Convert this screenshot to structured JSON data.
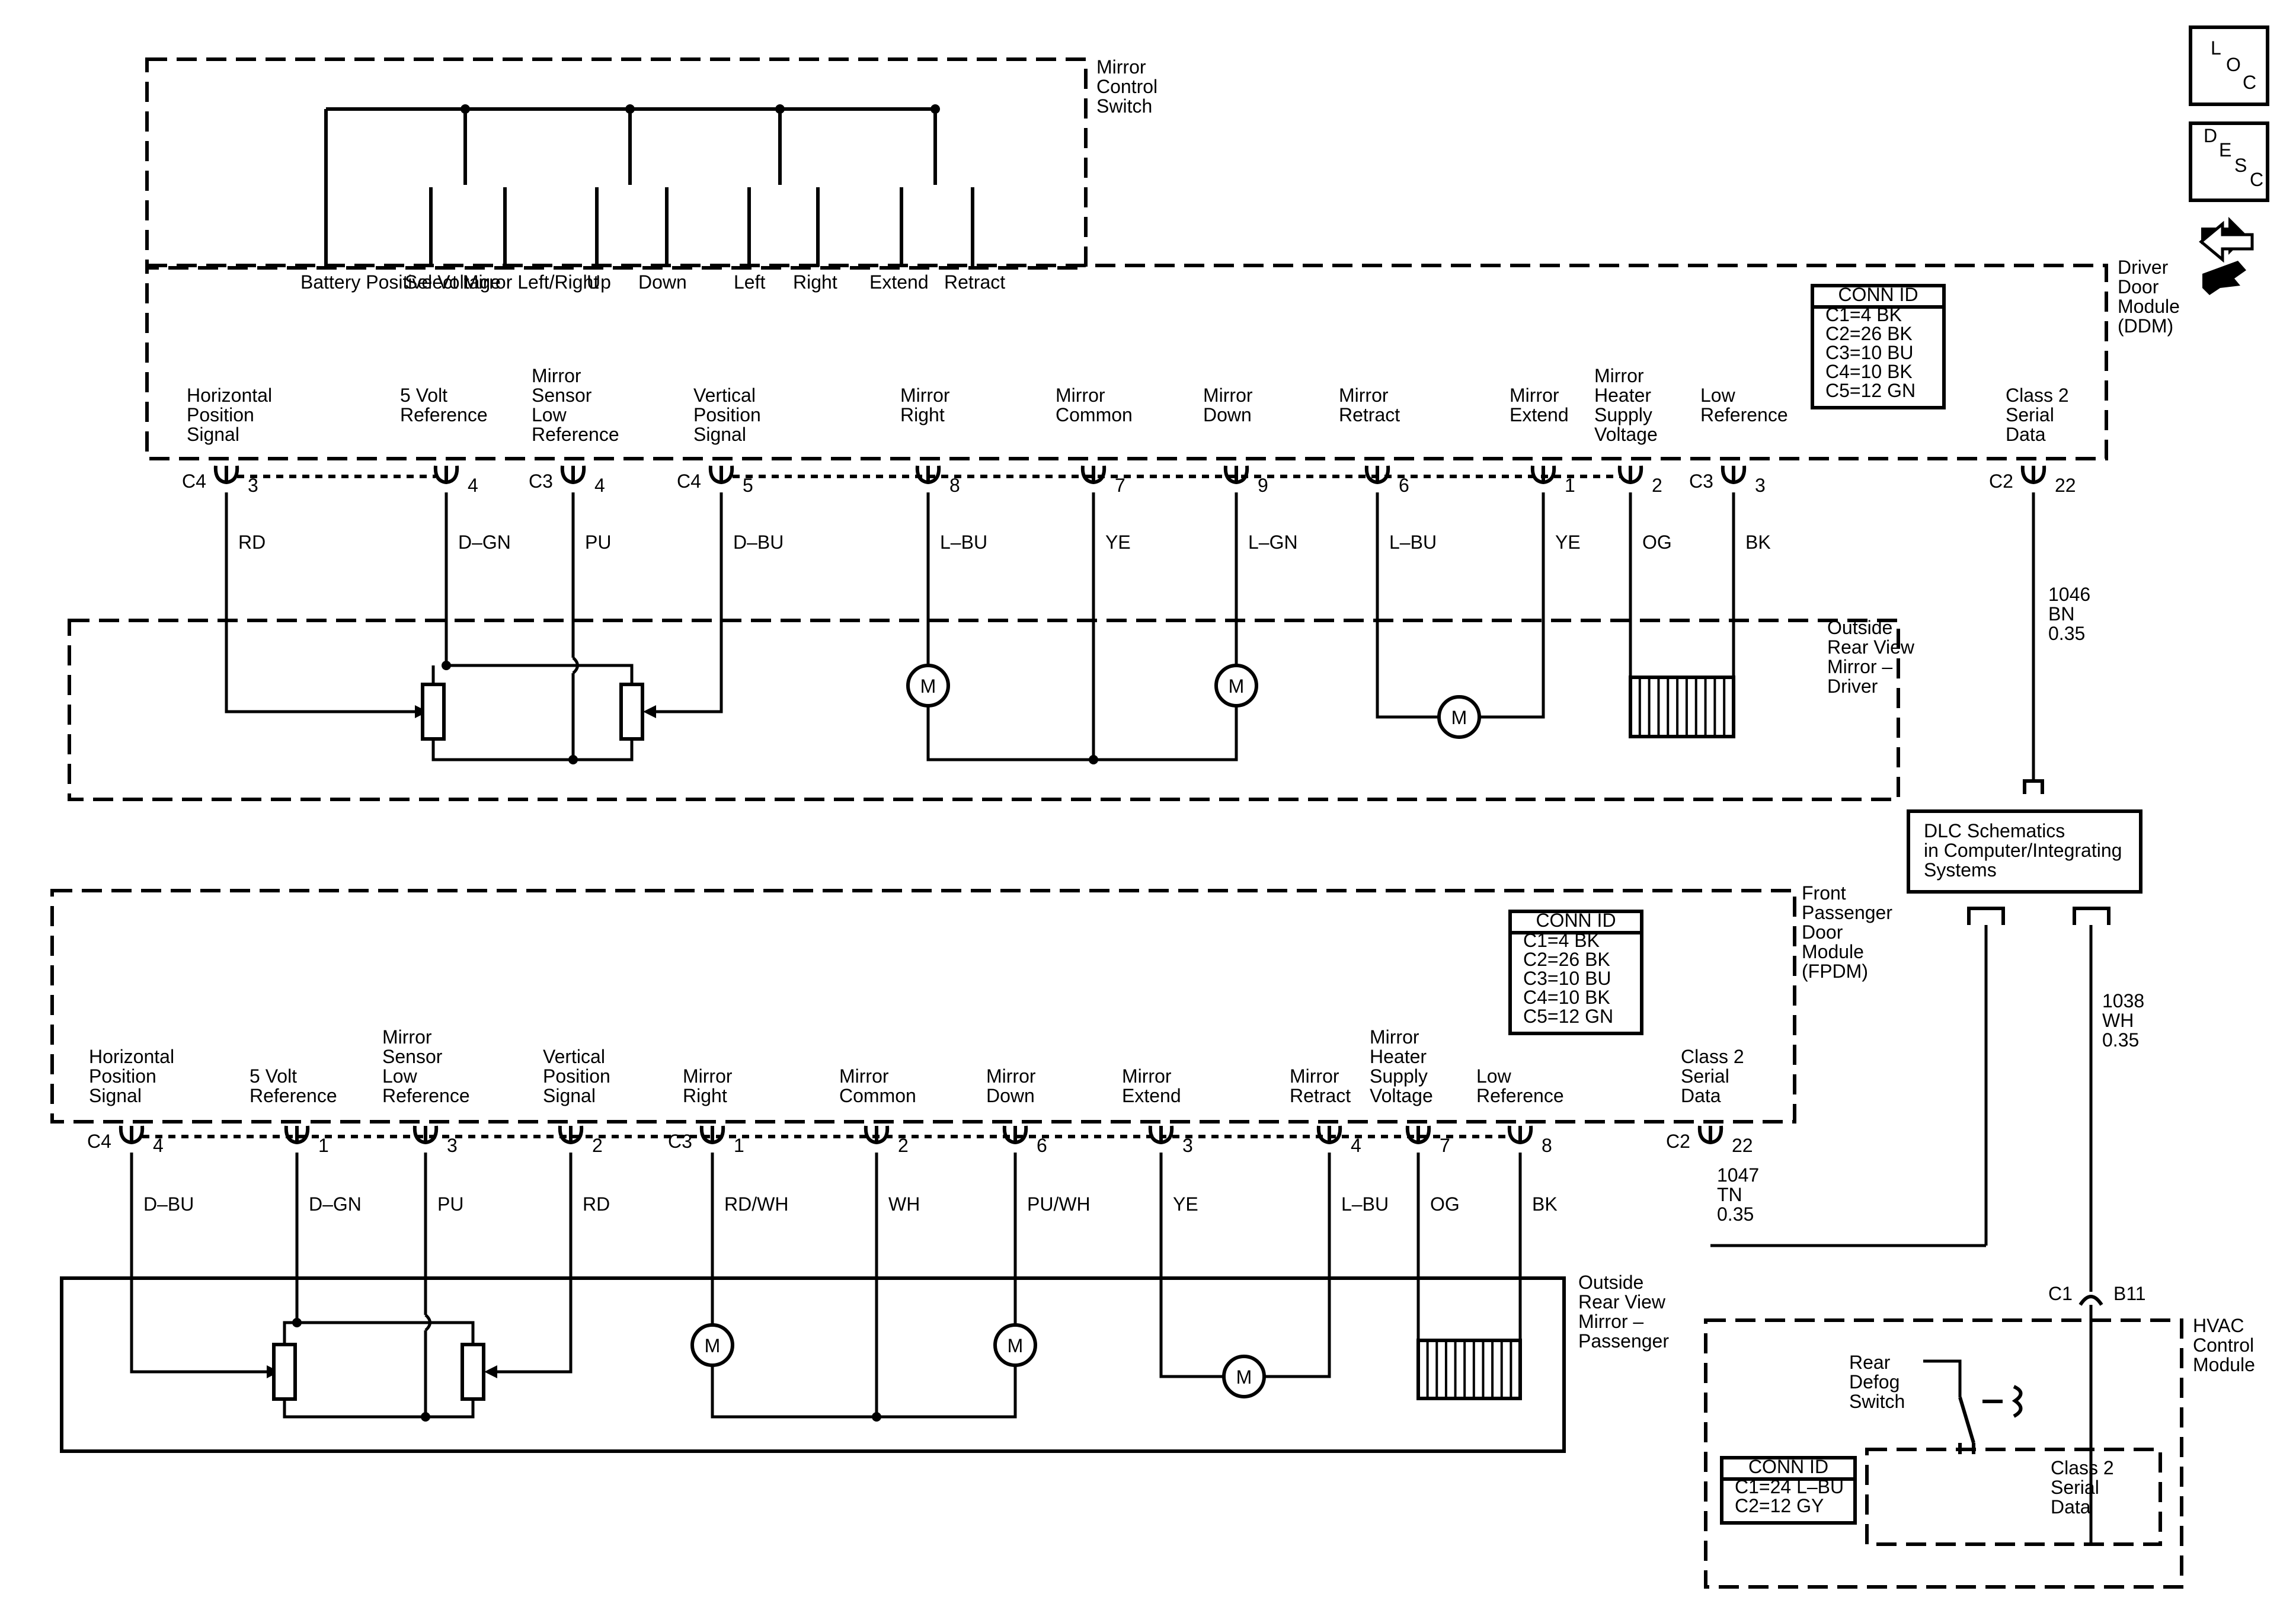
{
  "switch": {
    "title": [
      "Mirror",
      "Control",
      "Switch"
    ],
    "contacts": [
      "Battery Positive Voltage",
      "Select Mirror Left/Right",
      "Up",
      "Down",
      "Left",
      "Right",
      "Extend",
      "Retract"
    ]
  },
  "ddm": {
    "title": [
      "Driver",
      "Door",
      "Module",
      "(DDM)"
    ],
    "pins": [
      {
        "label": [
          "Horizontal",
          "Position",
          "Signal"
        ],
        "conn": "C4",
        "pin": "3",
        "wire": "RD"
      },
      {
        "label": [
          "5 Volt",
          "Reference"
        ],
        "conn": "",
        "pin": "4",
        "wire": "D–GN"
      },
      {
        "label": [
          "Mirror",
          "Sensor",
          "Low",
          "Reference"
        ],
        "conn": "C3",
        "pin": "4",
        "wire": "PU"
      },
      {
        "label": [
          "Vertical",
          "Position",
          "Signal"
        ],
        "conn": "C4",
        "pin": "5",
        "wire": "D–BU"
      },
      {
        "label": [
          "Mirror",
          "Right"
        ],
        "conn": "",
        "pin": "8",
        "wire": "L–BU"
      },
      {
        "label": [
          "Mirror",
          "Common"
        ],
        "conn": "",
        "pin": "7",
        "wire": "YE"
      },
      {
        "label": [
          "Mirror",
          "Down"
        ],
        "conn": "",
        "pin": "9",
        "wire": "L–GN"
      },
      {
        "label": [
          "Mirror",
          "Retract"
        ],
        "conn": "",
        "pin": "6",
        "wire": "L–BU"
      },
      {
        "label": [
          "Mirror",
          "Extend"
        ],
        "conn": "",
        "pin": "1",
        "wire": "YE"
      },
      {
        "label": [
          "Mirror",
          "Heater",
          "Supply",
          "Voltage"
        ],
        "conn": "",
        "pin": "2",
        "wire": "OG"
      },
      {
        "label": [
          "Low",
          "Reference"
        ],
        "conn": "C3",
        "pin": "3",
        "wire": "BK"
      },
      {
        "label": [
          "Class 2",
          "Serial",
          "Data"
        ],
        "conn": "C2",
        "pin": "22",
        "wire": ""
      }
    ],
    "connid": {
      "title": "CONN ID",
      "rows": [
        "C1=4 BK",
        "C2=26 BK",
        "C3=10 BU",
        "C4=10 BK",
        "C5=12 GN"
      ]
    }
  },
  "driver_mirror": {
    "title": [
      "Outside",
      "Rear View",
      "Mirror –",
      "Driver"
    ]
  },
  "circuit_1046": [
    "1046",
    "BN",
    "0.35"
  ],
  "dlc": [
    "DLC Schematics",
    "in Computer/Integrating",
    "Systems"
  ],
  "circuit_1038": [
    "1038",
    "WH",
    "0.35"
  ],
  "circuit_1047": [
    "1047",
    "TN",
    "0.35"
  ],
  "fpdm": {
    "title": [
      "Front",
      "Passenger",
      "Door",
      "Module",
      "(FPDM)"
    ],
    "pins": [
      {
        "label": [
          "Horizontal",
          "Position",
          "Signal"
        ],
        "conn": "C4",
        "pin": "4",
        "wire": "D–BU"
      },
      {
        "label": [
          "5 Volt",
          "Reference"
        ],
        "conn": "",
        "pin": "1",
        "wire": "D–GN"
      },
      {
        "label": [
          "Mirror",
          "Sensor",
          "Low",
          "Reference"
        ],
        "conn": "",
        "pin": "3",
        "wire": "PU"
      },
      {
        "label": [
          "Vertical",
          "Position",
          "Signal"
        ],
        "conn": "",
        "pin": "2",
        "wire": "RD"
      },
      {
        "label": [
          "Mirror",
          "Right"
        ],
        "conn": "C3",
        "pin": "1",
        "wire": "RD/WH"
      },
      {
        "label": [
          "Mirror",
          "Common"
        ],
        "conn": "",
        "pin": "2",
        "wire": "WH"
      },
      {
        "label": [
          "Mirror",
          "Down"
        ],
        "conn": "",
        "pin": "6",
        "wire": "PU/WH"
      },
      {
        "label": [
          "Mirror",
          "Extend"
        ],
        "conn": "",
        "pin": "3",
        "wire": "YE"
      },
      {
        "label": [
          "Mirror",
          "Retract"
        ],
        "conn": "",
        "pin": "4",
        "wire": "L–BU"
      },
      {
        "label": [
          "Mirror",
          "Heater",
          "Supply",
          "Voltage"
        ],
        "conn": "",
        "pin": "7",
        "wire": "OG"
      },
      {
        "label": [
          "Low",
          "Reference"
        ],
        "conn": "",
        "pin": "8",
        "wire": "BK"
      },
      {
        "label": [
          "Class 2",
          "Serial",
          "Data"
        ],
        "conn": "C2",
        "pin": "22",
        "wire": ""
      }
    ],
    "connid": {
      "title": "CONN ID",
      "rows": [
        "C1=4 BK",
        "C2=26 BK",
        "C3=10 BU",
        "C4=10 BK",
        "C5=12 GN"
      ]
    }
  },
  "passenger_mirror": {
    "title": [
      "Outside",
      "Rear View",
      "Mirror –",
      "Passenger"
    ]
  },
  "hvac": {
    "title": [
      "HVAC",
      "Control",
      "Module"
    ],
    "conn": "C1",
    "pin": "B11",
    "switch": [
      "Rear",
      "Defog",
      "Switch"
    ],
    "data": [
      "Class 2",
      "Serial",
      "Data"
    ],
    "connid": {
      "title": "CONN ID",
      "rows": [
        "C1=24 L–BU",
        "C2=12 GY"
      ]
    }
  },
  "motor_symbol": "M",
  "icons": {
    "loc": [
      "L",
      "O",
      "C"
    ],
    "desc": [
      "D",
      "E",
      "S",
      "C"
    ]
  }
}
